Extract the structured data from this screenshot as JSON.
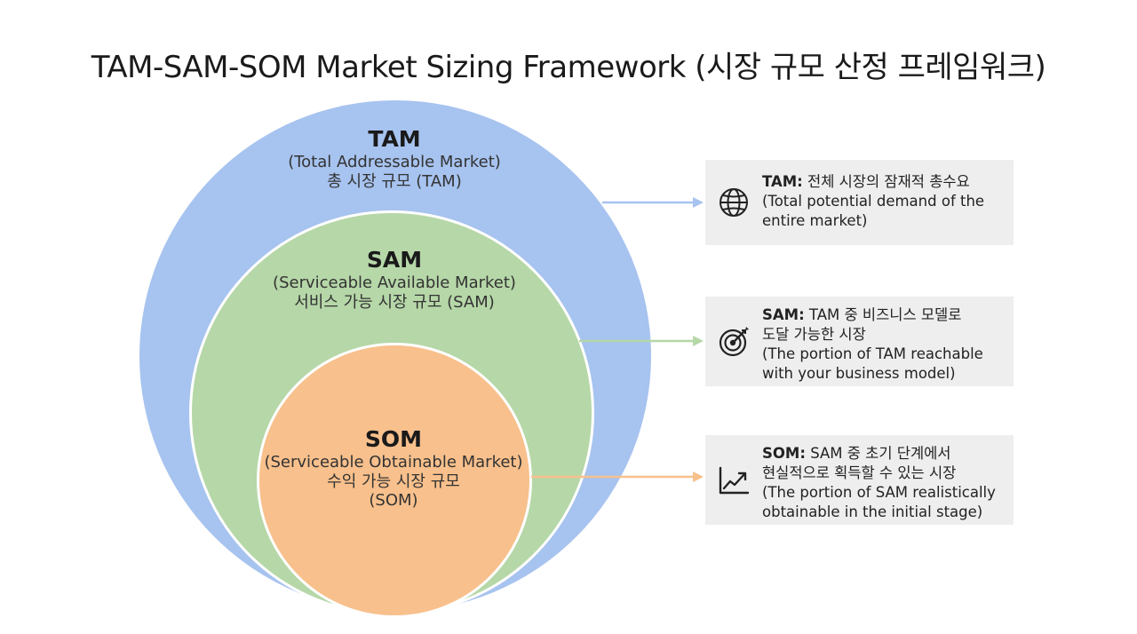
{
  "title": "TAM-SAM-SOM Market Sizing Framework (시장 규모 산정 프레임워크)",
  "colors": {
    "tam": "#a7c3ef",
    "sam": "#b6d7a8",
    "som": "#f8c08c",
    "card_bg": "#eeeeee"
  },
  "circles": {
    "tam": {
      "abbr": "TAM",
      "full": "(Total Addressable Market)",
      "ko": "총 시장 규모 (TAM)"
    },
    "sam": {
      "abbr": "SAM",
      "full": "(Serviceable Available Market)",
      "ko": "서비스 가능 시장 규모 (SAM)"
    },
    "som": {
      "abbr": "SOM",
      "full": "(Serviceable Obtainable Market)",
      "ko": "수익 가능 시장 규모",
      "ko2": "(SOM)"
    }
  },
  "cards": {
    "tam": {
      "icon": "globe-icon",
      "key": "TAM:",
      "lines": [
        "전체 시장의 잠재적 총수요",
        "(Total potential demand of the",
        "entire market)"
      ]
    },
    "sam": {
      "icon": "target-icon",
      "key": "SAM:",
      "lines": [
        "TAM 중 비즈니스 모델로",
        "도달 가능한 시장",
        "(The portion of TAM reachable",
        "with your business model)"
      ]
    },
    "som": {
      "icon": "trend-up-icon",
      "key": "SOM:",
      "lines": [
        "SAM 중 초기 단계에서",
        "현실적으로 획득할 수 있는 시장",
        "(The portion of SAM realistically",
        "obtainable in the initial stage)"
      ]
    }
  }
}
